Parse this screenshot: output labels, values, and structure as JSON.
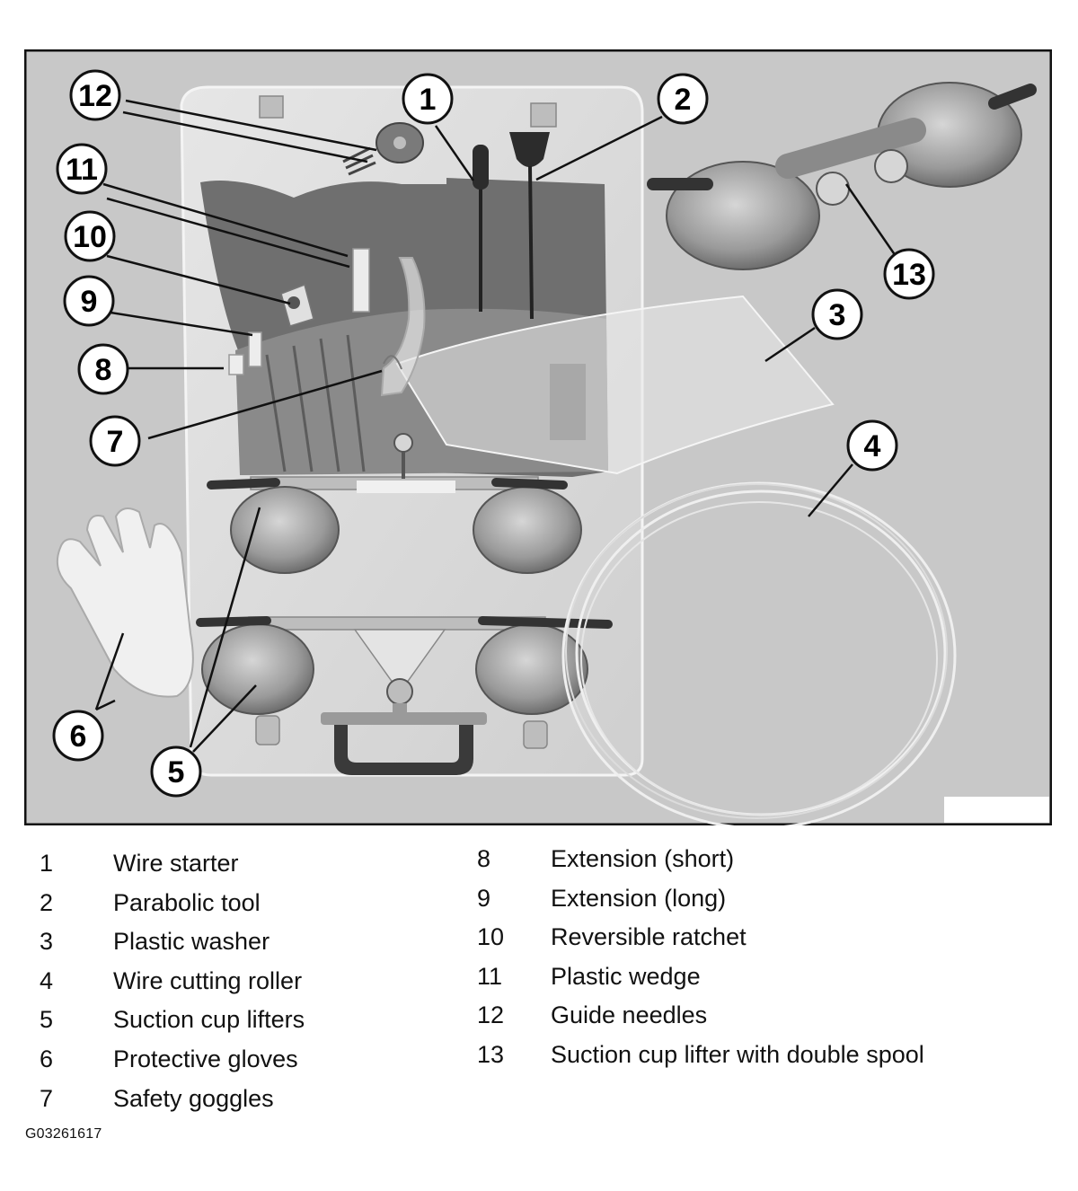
{
  "callouts": [
    {
      "num": "1"
    },
    {
      "num": "2"
    },
    {
      "num": "3"
    },
    {
      "num": "4"
    },
    {
      "num": "5"
    },
    {
      "num": "6"
    },
    {
      "num": "7"
    },
    {
      "num": "8"
    },
    {
      "num": "9"
    },
    {
      "num": "10"
    },
    {
      "num": "11"
    },
    {
      "num": "12"
    },
    {
      "num": "13"
    }
  ],
  "legend": [
    {
      "num": "1",
      "label": "Wire starter"
    },
    {
      "num": "2",
      "label": "Parabolic tool"
    },
    {
      "num": "3",
      "label": "Plastic washer"
    },
    {
      "num": "4",
      "label": "Wire cutting roller"
    },
    {
      "num": "5",
      "label": "Suction cup lifters"
    },
    {
      "num": "6",
      "label": "Protective gloves"
    },
    {
      "num": "7",
      "label": "Safety goggles"
    },
    {
      "num": "8",
      "label": "Extension (short)"
    },
    {
      "num": "9",
      "label": "Extension (long)"
    },
    {
      "num": "10",
      "label": "Reversible ratchet"
    },
    {
      "num": "11",
      "label": "Plastic wedge"
    },
    {
      "num": "12",
      "label": "Guide needles"
    },
    {
      "num": "13",
      "label": "Suction cup lifter with double spool"
    }
  ],
  "figure_id": "G03261617",
  "colors": {
    "background": "#c8c8c8",
    "case": "#dcdcdc",
    "pouch": "#7a7a7a",
    "outline": "#111111"
  }
}
